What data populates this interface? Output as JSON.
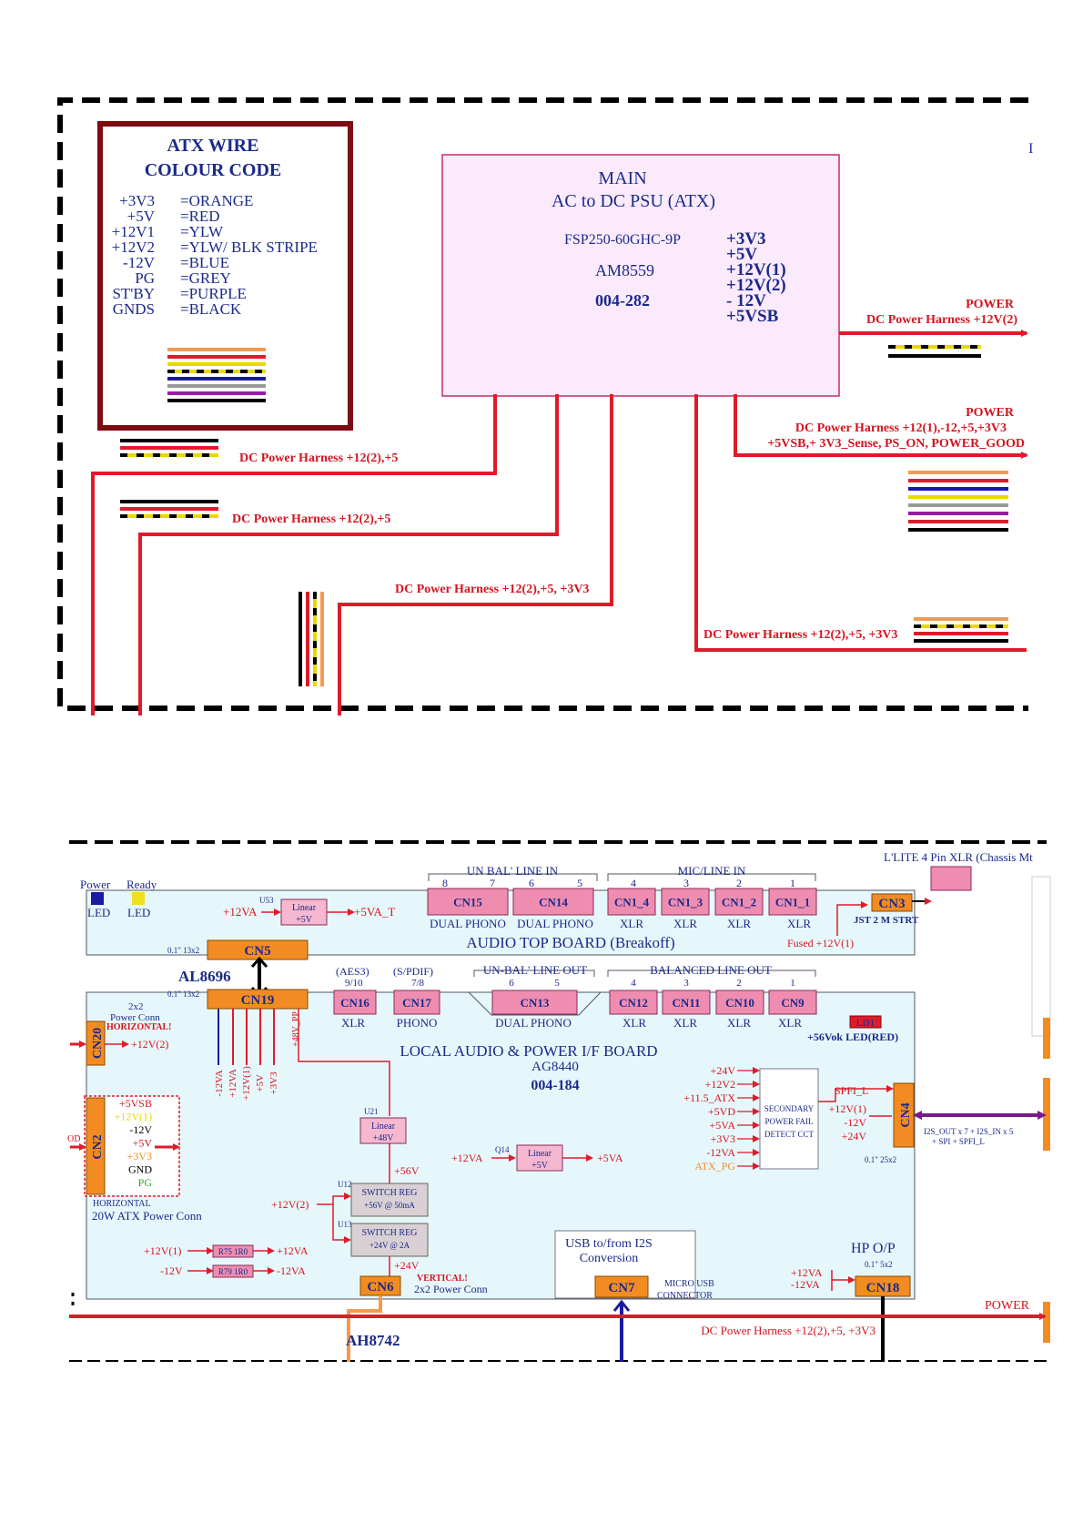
{
  "colors": {
    "wire_red": "#e01a2a",
    "wire_black": "#000000",
    "wire_blue": "#1a1aa0",
    "wire_purple": "#7a1a8a",
    "wire_orange": "#f39a50",
    "board_fill": "#e6f7fb",
    "psu_fill": "#fbeafb",
    "connector_orange": "#f28c22",
    "connector_pink": "#ee8db0",
    "maroon": "#7a0c12",
    "navy": "#1a2a8a",
    "label_red": "#d4141f",
    "label_orange": "#f28c22",
    "label_green": "#2aa82a",
    "label_yellow": "#e8d800"
  },
  "top": {
    "wire_code": {
      "title_line1": "ATX WIRE",
      "title_line2": "COLOUR CODE",
      "rows": [
        {
          "rail": "+3V3",
          "color": "=ORANGE"
        },
        {
          "rail": "+5V",
          "color": "=RED"
        },
        {
          "rail": "+12V1",
          "color": "=YLW"
        },
        {
          "rail": "+12V2",
          "color": "=YLW/ BLK STRIPE"
        },
        {
          "rail": "-12V",
          "color": "=BLUE"
        },
        {
          "rail": "PG",
          "color": "=GREY"
        },
        {
          "rail": "ST'BY",
          "color": "=PURPLE"
        },
        {
          "rail": "GNDS",
          "color": "=BLACK"
        }
      ]
    },
    "psu": {
      "title_line1": "MAIN",
      "title_line2": "AC to DC PSU (ATX)",
      "model": "FSP250-60GHC-9P",
      "code1": "AM8559",
      "code2": "004-282",
      "outputs": [
        "+3V3",
        "+5V",
        "+12V(1)",
        "+12V(2)",
        "- 12V",
        "+5VSB"
      ]
    },
    "labels": {
      "power_a": "POWER",
      "harness_12v2": "DC Power Harness +12V(2)",
      "power_b": "POWER",
      "harness_main_1": "DC Power Harness +12(1),-12,+5,+3V3",
      "harness_main_2": "+5VSB,+ 3V3_Sense, PS_ON, POWER_GOOD",
      "harness_1": "DC Power Harness +12(2),+5",
      "harness_2": "DC Power Harness +12(2),+5",
      "harness_3": "DC Power Harness +12(2),+5, +3V3",
      "harness_4": "DC Power Harness +12(2),+5, +3V3",
      "edge_letter": "I"
    }
  },
  "bottom": {
    "led_power_label": "Power",
    "led_power_sub": "LED",
    "led_ready_label": "Ready",
    "led_ready_sub": "LED",
    "u53_ref": "U53",
    "u53_line1": "Linear",
    "u53_line2": "+5V",
    "u53_in": "+12VA",
    "u53_out": "+5VA_T",
    "unbal_line_in": "UN BAL' LINE IN",
    "mic_line_in": "MIC/LINE IN",
    "pin_8": "8",
    "pin_7": "7",
    "pin_6": "6",
    "pin_5": "5",
    "pin_4": "4",
    "pin_3": "3",
    "pin_2": "2",
    "pin_1": "1",
    "cn15": "CN15",
    "cn14": "CN14",
    "cn1_4": "CN1_4",
    "cn1_3": "CN1_3",
    "cn1_2": "CN1_2",
    "cn1_1": "CN1_1",
    "dual_phono_1": "DUAL PHONO",
    "dual_phono_2": "DUAL PHONO",
    "xlr_a": "XLR",
    "xlr_b": "XLR",
    "xlr_c": "XLR",
    "xlr_d": "XLR",
    "audio_top_board": "AUDIO TOP BOARD (Breakoff)",
    "cn5_pitch": "0.1\" 13x2",
    "cn5": "CN5",
    "cn3": "CN3",
    "cn3_type": "JST 2 M STRT",
    "llite_label": "L'LITE  4 Pin XLR (Chassis Mt",
    "fused": "Fused +12V(1)",
    "al8696": "AL8696",
    "cn19_pitch": "0.1\" 13x2",
    "cn19": "CN19",
    "aes3": "(AES3)",
    "aes3_pins": "9/10",
    "spdif": "(S/PDIF)",
    "spdif_pins": "7/8",
    "unbal_line_out": "UN-BAL' LINE OUT",
    "out_pin_6": "6",
    "out_pin_5": "5",
    "balanced_line_out": "BALANCED  LINE OUT",
    "bal_pin_4": "4",
    "bal_pin_3": "3",
    "bal_pin_2": "2",
    "bal_pin_1": "1",
    "cn16": "CN16",
    "cn17": "CN17",
    "cn13": "CN13",
    "cn12": "CN12",
    "cn11": "CN11",
    "cn10": "CN10",
    "cn9": "CN9",
    "cn16_type": "XLR",
    "cn17_type": "PHONO",
    "cn13_type": "DUAL PHONO",
    "cn12_type": "XLR",
    "cn11_type": "XLR",
    "cn10_type": "XLR",
    "cn9_type": "XLR",
    "ld1": "LD1",
    "ld1_label": "+56Vok LED(RED)",
    "cn20_title": "2x2",
    "cn20_title2": "Power Conn",
    "cn20_orient": "HORIZONTAL!",
    "cn20": "CN20",
    "cn20_rail": "+12V(2)",
    "board_title": "LOCAL AUDIO & POWER I/F BOARD",
    "board_code1": "AG8440",
    "board_code2": "004-184",
    "rails_vertical": [
      "-12VA",
      "+12VA",
      "+12V(1)",
      "+5V",
      "+3V3"
    ],
    "rail_48v": "+48V_PP",
    "cn2": "CN2",
    "cn2_pins": [
      {
        "label": "+5VSB",
        "color": "#d4141f"
      },
      {
        "label": "+12V(1)",
        "color": "#e8d800"
      },
      {
        "label": "-12V",
        "color": "#000000"
      },
      {
        "label": "+5V",
        "color": "#d4141f"
      },
      {
        "label": "+3V3",
        "color": "#f28c22"
      },
      {
        "label": "GND",
        "color": "#000000"
      },
      {
        "label": "PG",
        "color": "#2aa82a"
      }
    ],
    "cn2_orient": "HORIZONTAL",
    "cn2_type": "20W ATX Power Conn",
    "edge_letter_od": "OD",
    "u21_ref": "U21",
    "u21_line1": "Linear",
    "u21_line2": "+48V",
    "v56": "+56V",
    "q14_ref": "Q14",
    "q14_in": "+12VA",
    "q14_line1": "Linear",
    "q14_line2": "+5V",
    "q14_out": "+5VA",
    "u12_ref": "U12",
    "u12_line1": "SWITCH REG",
    "u12_line2": "+56V @ 50mA",
    "u13_ref": "U13",
    "u13_line1": "SWITCH REG",
    "u13_line2": "+24V @ 2A",
    "sw_in": "+12V(2)",
    "v24": "+24V",
    "r75_in": "+12V(1)",
    "r75": "R75 1R0",
    "r75_out": "+12VA",
    "r79_in": "-12V",
    "r79": "R79 1R0",
    "r79_out": "-12VA",
    "cn6": "CN6",
    "cn6_orient": "VERTICAL!",
    "cn6_type": "2x2 Power Conn",
    "ah8742": "AH8742",
    "usb_line1": "USB to/from I2S",
    "usb_line2": "Conversion",
    "cn7": "CN7",
    "cn7_type1": "MICRO USB",
    "cn7_type2": "CONNECTOR",
    "pf_inputs": [
      "+24V",
      "+12V2",
      "+11.5_ATX",
      "+5VD",
      "+5VA",
      "+3V3",
      "-12VA",
      "ATX_PG"
    ],
    "pf_line1": "SECONDARY",
    "pf_line2": "POWER FAIL",
    "pf_line3": "DETECT CCT",
    "spfi_l": "SPFI_L",
    "cn4_rails": [
      "+12V(1)",
      "-12V",
      "+24V"
    ],
    "cn4": "CN4",
    "cn4_pitch": "0.1\" 25x2",
    "i2s_line1": "I2S_OUT x 7 + I2S_IN x 5",
    "i2s_line2": "+ SPI + SPFI_L",
    "hp_op": "HP O/P",
    "cn18_pitch": "0.1\" 5x2",
    "cn18_rail1": "+12VA",
    "cn18_rail2": "-12VA",
    "cn18": "CN18",
    "power": "POWER",
    "harness": "DC Power Harness +12(2),+5, +3V3"
  }
}
